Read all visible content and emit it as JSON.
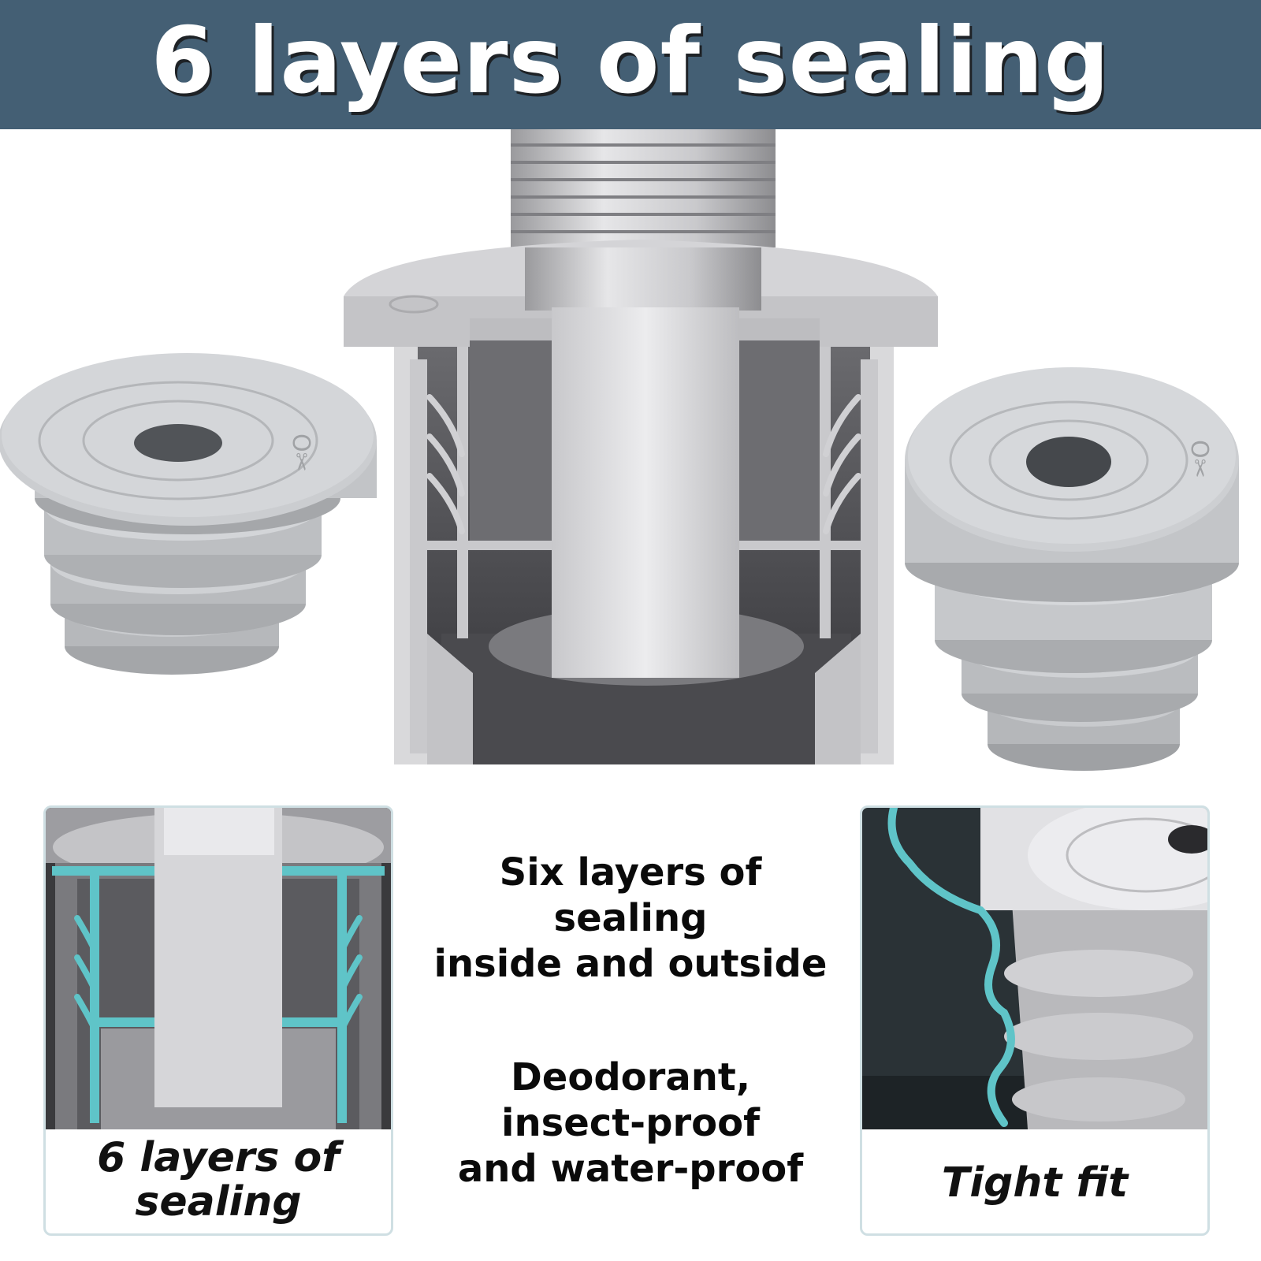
{
  "banner": {
    "title": "6 layers of sealing",
    "bg_color": "#445f74"
  },
  "left_panel": {
    "caption_lines": [
      "6 layers of",
      "sealing"
    ],
    "highlight_color": "#5fc4c8"
  },
  "center_text": {
    "block1_lines": [
      "Six layers of",
      "sealing",
      "inside and outside"
    ],
    "block2_lines": [
      "Deodorant,",
      "insect-proof",
      "and water-proof"
    ]
  },
  "right_panel": {
    "caption": "Tight fit",
    "highlight_color": "#5fc4c8"
  },
  "product_markings": {
    "cap_symbol": "O✂"
  }
}
